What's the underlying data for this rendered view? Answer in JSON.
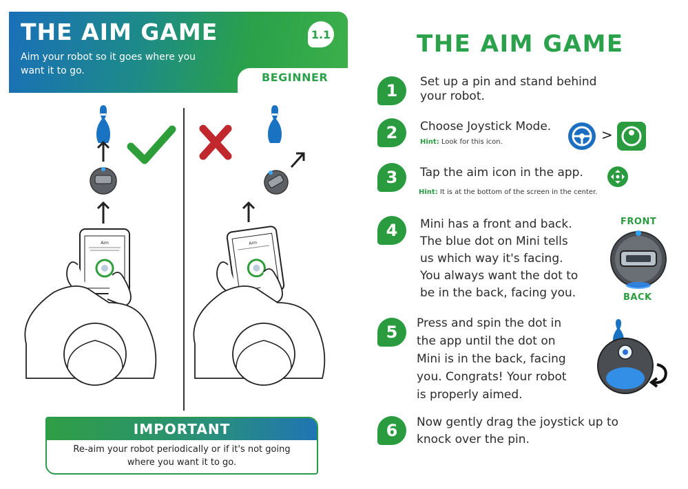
{
  "left_card": {
    "title": "THE AIM GAME",
    "subtitle": "Aim your robot so it goes where you want it to go.",
    "level_number": "1.1",
    "level": "BEGINNER",
    "important": {
      "heading": "IMPORTANT",
      "body": "Re-aim your robot periodically or if it's not going where you want it to go."
    },
    "tablet_screen_title": "Aim",
    "correct_mark_color": "#2e9e3a",
    "wrong_mark_color": "#c0282d"
  },
  "right_page": {
    "title": "THE AIM GAME",
    "steps": [
      {
        "number": "1",
        "lines": [
          "Set up a pin and stand behind",
          "your robot."
        ]
      },
      {
        "number": "2",
        "lines": [
          "Choose Joystick Mode."
        ],
        "hint_label": "Hint:",
        "hint_text": "Look for this icon.",
        "icons": [
          "steering-wheel-icon",
          "joystick-icon"
        ],
        "separator": ">"
      },
      {
        "number": "3",
        "lines": [
          "Tap the aim icon in the app."
        ],
        "hint_label": "Hint:",
        "hint_text": "It is at the bottom of the screen in the center.",
        "icons": [
          "aim-icon"
        ]
      },
      {
        "number": "4",
        "lines": [
          "Mini has a front and back.",
          "The blue dot on Mini tells",
          "us which way it's facing.",
          "You always want the dot to",
          "be in the back, facing you."
        ]
      },
      {
        "number": "5",
        "lines": [
          "Press and spin the dot in",
          "the app until the dot on",
          "Mini is in the back, facing",
          "you. Congrats! Your robot",
          "is properly aimed."
        ]
      },
      {
        "number": "6",
        "lines": [
          "Now gently drag the joystick up to",
          "knock over the pin."
        ]
      }
    ],
    "front_label": "FRONT",
    "back_label": "BACK"
  },
  "colors": {
    "green": "#2a9c3f",
    "blue": "#1a6fb8"
  }
}
